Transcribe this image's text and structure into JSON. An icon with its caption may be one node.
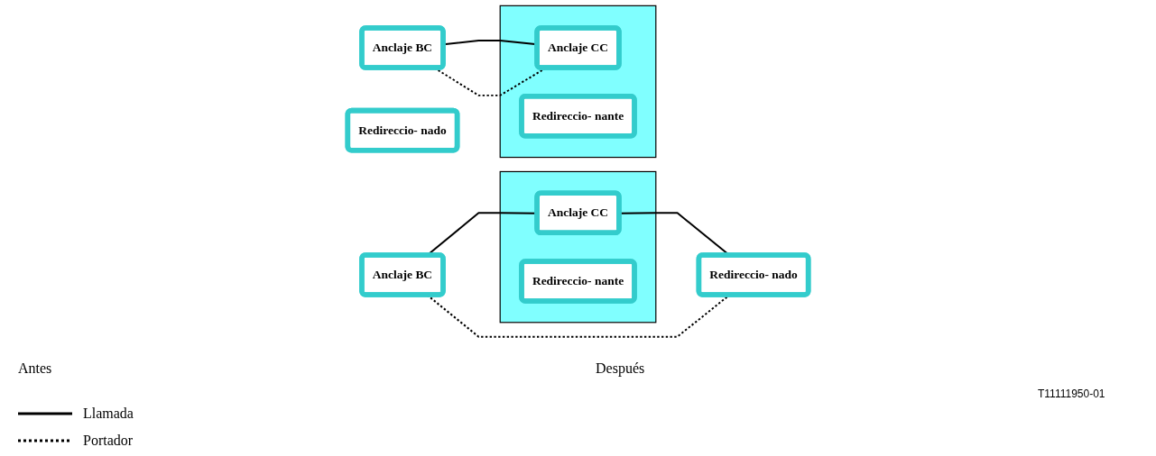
{
  "diagram": {
    "nodes": [
      {
        "text": [
          "Anclaje BC"
        ]
      },
      {
        "text": [],
        "shape": "box"
      },
      {
        "text": [
          "Anclaje CC"
        ],
        "in": 1
      },
      {
        "text": [
          "Redireccio- nante"
        ],
        "in": 1
      },
      {
        "text": [
          "Redireccio- nado"
        ]
      },
      {
        "text": [
          "Anclaje BC"
        ]
      },
      {
        "text": [],
        "shape": "box"
      },
      {
        "text": [
          "Anclaje CC"
        ],
        "in": 6
      },
      {
        "text": [
          "Redireccio- nante"
        ],
        "in": 6
      },
      {
        "text": [
          "Redireccio- nado"
        ]
      }
    ],
    "edges": [
      {
        "from": 0,
        "to": 2,
        "arrow": "none"
      },
      {
        "from": 0,
        "to": 2,
        "arrow": "none",
        "style": "dashed"
      },
      {
        "from": 5,
        "to": 7,
        "arrow": "none"
      },
      {
        "from": 5,
        "to": 9,
        "arrow": "none",
        "style": "dashed"
      },
      {
        "from": 7,
        "to": 9,
        "arrow": "none"
      }
    ],
    "labels": [
      "Antes",
      "Después",
      "T11111950-01"
    ],
    "legend": [
      {
        "text": "Llamada"
      },
      {
        "text": "Portador"
      }
    ]
  }
}
